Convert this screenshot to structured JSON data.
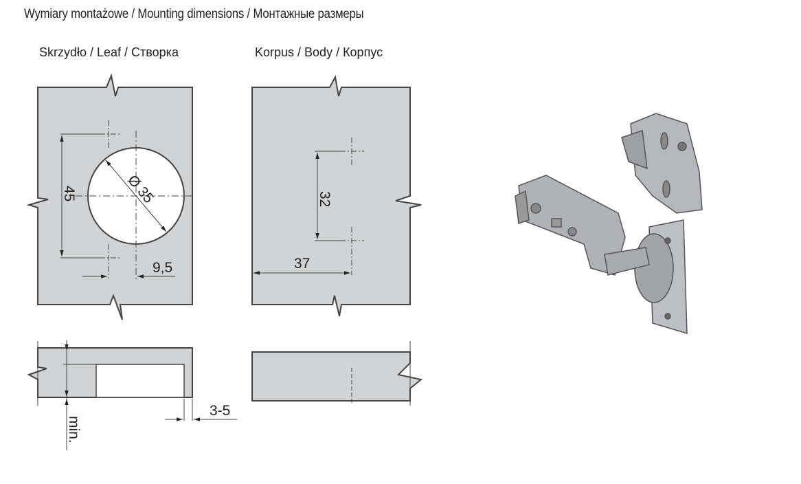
{
  "title": "Wymiary montażowe / Mounting dimensions / Монтажные размеры",
  "leaf": {
    "label": "Skrzydło / Leaf / Створка",
    "dim_height": "45",
    "dim_diameter": "Ø 35",
    "dim_offset": "9,5",
    "dim_depth": "min.",
    "dim_edge": "3-5"
  },
  "body": {
    "label": "Korpus / Body / Корпус",
    "dim_spacing": "32",
    "dim_edge": "37"
  },
  "colors": {
    "panel": "#d2d3d5",
    "line": "#333333",
    "metal": "#a9abae"
  }
}
